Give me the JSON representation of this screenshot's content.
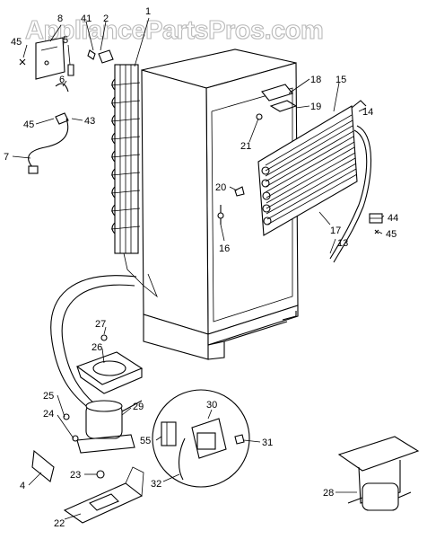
{
  "watermark": "AppliancePartsPros.com",
  "callouts": {
    "c1": "1",
    "c2": "2",
    "c4": "4",
    "c5": "5",
    "c6": "6",
    "c7": "7",
    "c8": "8",
    "c13": "13",
    "c14": "14",
    "c15": "15",
    "c16": "16",
    "c17": "17",
    "c18": "18",
    "c19": "19",
    "c20": "20",
    "c21": "21",
    "c22": "22",
    "c23": "23",
    "c24": "24",
    "c25": "25",
    "c26": "26",
    "c27": "27",
    "c28": "28",
    "c29": "29",
    "c30": "30",
    "c31": "31",
    "c32": "32",
    "c41": "41",
    "c43": "43",
    "c44": "44",
    "c45a": "45",
    "c45b": "45",
    "c45c": "45",
    "c55": "55"
  }
}
